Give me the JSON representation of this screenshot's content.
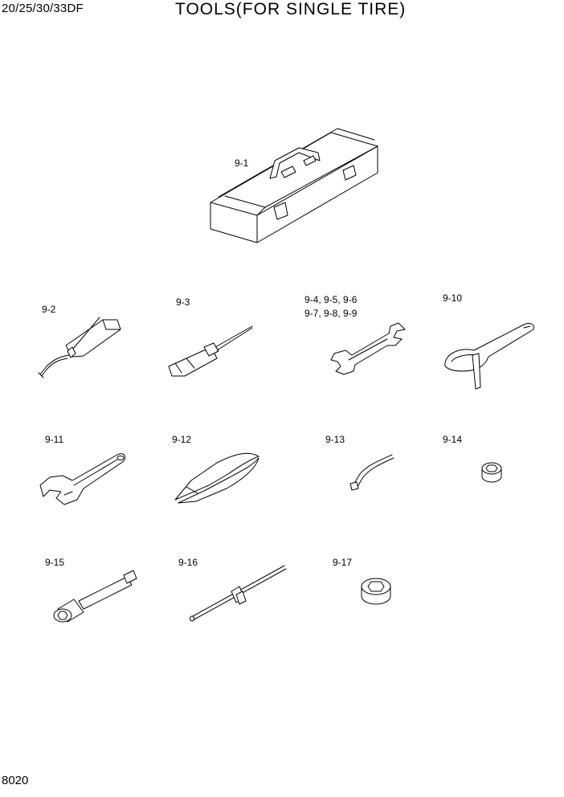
{
  "header": {
    "model": "20/25/30/33DF",
    "title": "TOOLS(FOR SINGLE TIRE)"
  },
  "footer": {
    "page_number": "8020"
  },
  "parts": [
    {
      "label": "9-1",
      "icon": "toolbox-icon"
    },
    {
      "label": "9-2",
      "icon": "grease-gun-icon"
    },
    {
      "label": "9-3",
      "icon": "screwdriver-icon"
    },
    {
      "label": "9-4, 9-5, 9-6",
      "icon": "open-end-wrench-icon"
    },
    {
      "label": "9-7, 9-8, 9-9",
      "icon": "open-end-wrench-icon"
    },
    {
      "label": "9-10",
      "icon": "filter-wrench-icon"
    },
    {
      "label": "9-11",
      "icon": "adjustable-wrench-icon"
    },
    {
      "label": "9-12",
      "icon": "pliers-icon"
    },
    {
      "label": "9-13",
      "icon": "bent-nozzle-icon"
    },
    {
      "label": "9-14",
      "icon": "socket-icon"
    },
    {
      "label": "9-15",
      "icon": "socket-extension-icon"
    },
    {
      "label": "9-16",
      "icon": "sliding-t-bar-icon"
    },
    {
      "label": "9-17",
      "icon": "large-socket-icon"
    }
  ]
}
